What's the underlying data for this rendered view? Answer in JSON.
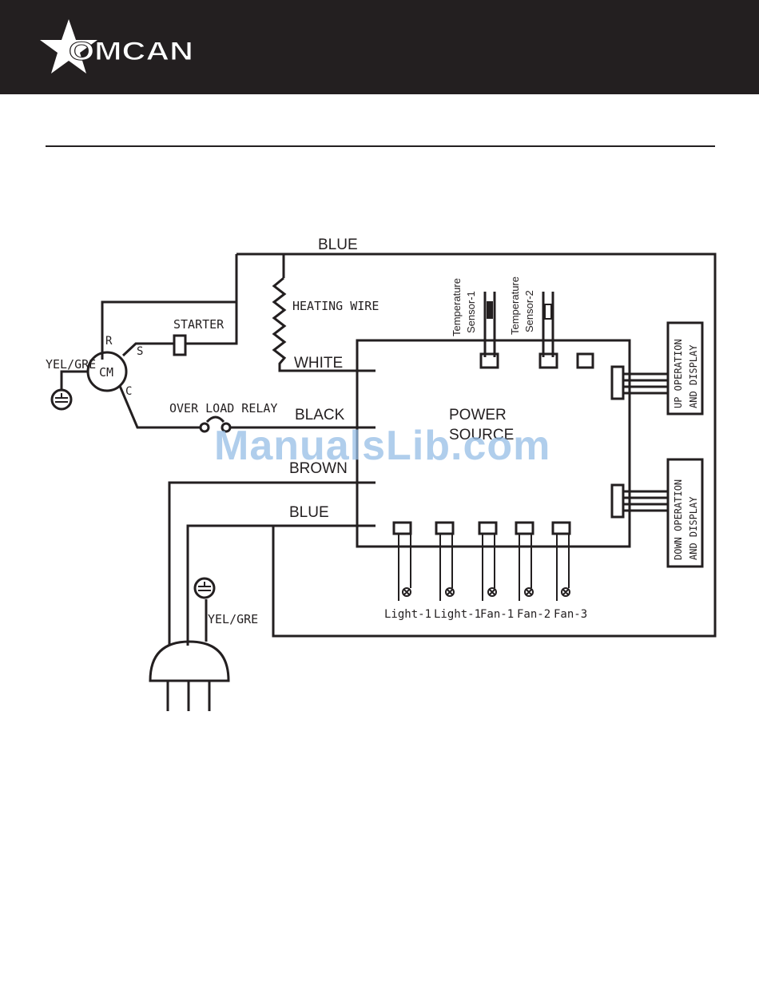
{
  "header": {
    "brand": "OMCAN"
  },
  "diagram": {
    "wires": {
      "top_blue": "BLUE",
      "white": "WHITE",
      "black": "BLACK",
      "brown": "BROWN",
      "bottom_blue": "BLUE"
    },
    "components": {
      "heating_wire": "HEATING WIRE",
      "starter": "STARTER",
      "overload_relay": "OVER LOAD RELAY",
      "compressor": "CM",
      "terminal_r": "R",
      "terminal_s": "S",
      "terminal_c": "C",
      "ground_compressor": "YEL/GRE",
      "ground_plug": "YEL/GRE",
      "power_source_line1": "POWER",
      "power_source_line2": "SOURCE"
    },
    "sensors": [
      {
        "line1": "Temperature",
        "line2": "Sensor-1"
      },
      {
        "line1": "Temperature",
        "line2": "Sensor-2"
      }
    ],
    "displays": {
      "up_line1": "UP OPERATION",
      "up_line2": "AND DISPLAY",
      "down_line1": "DOWN OPERATION",
      "down_line2": "AND DISPLAY"
    },
    "loads": [
      "Light-1",
      "Light-1",
      "Fan-1",
      "Fan-2",
      "Fan-3"
    ]
  },
  "watermark": "ManualsLib.com",
  "colors": {
    "header_bg": "#231f20",
    "ink": "#231f20",
    "watermark": "#a9c8e8"
  }
}
